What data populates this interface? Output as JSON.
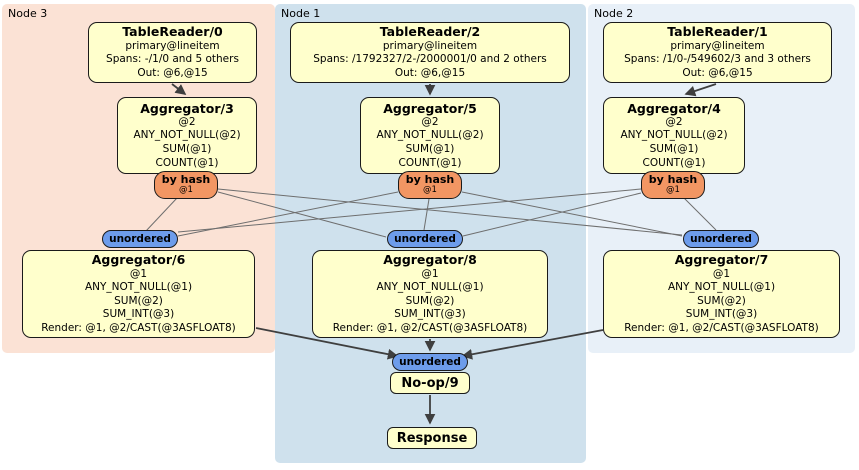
{
  "graph": {
    "regions": [
      {
        "label": "Node 3",
        "color": "#fbe2d5"
      },
      {
        "label": "Node 1",
        "color": "#cfe1ed"
      },
      {
        "label": "Node 2",
        "color": "#e8f0f8"
      }
    ],
    "boxes": {
      "tr0": {
        "title": "TableReader/0",
        "lines": [
          "primary@lineitem",
          "Spans: -/1/0 and 5 others",
          "Out: @6,@15"
        ]
      },
      "tr2": {
        "title": "TableReader/2",
        "lines": [
          "primary@lineitem",
          "Spans: /1792327/2-/2000001/0 and 2 others",
          "Out: @6,@15"
        ]
      },
      "tr1": {
        "title": "TableReader/1",
        "lines": [
          "primary@lineitem",
          "Spans: /1/0-/549602/3 and 3 others",
          "Out: @6,@15"
        ]
      },
      "ag3": {
        "title": "Aggregator/3",
        "lines": [
          "@2",
          "ANY_NOT_NULL(@2)",
          "SUM(@1)",
          "COUNT(@1)"
        ]
      },
      "ag5": {
        "title": "Aggregator/5",
        "lines": [
          "@2",
          "ANY_NOT_NULL(@2)",
          "SUM(@1)",
          "COUNT(@1)"
        ]
      },
      "ag4": {
        "title": "Aggregator/4",
        "lines": [
          "@2",
          "ANY_NOT_NULL(@2)",
          "SUM(@1)",
          "COUNT(@1)"
        ]
      },
      "ag6": {
        "title": "Aggregator/6",
        "lines": [
          "@1",
          "ANY_NOT_NULL(@1)",
          "SUM(@2)",
          "SUM_INT(@3)",
          "Render: @1, @2/CAST(@3ASFLOAT8)"
        ]
      },
      "ag8": {
        "title": "Aggregator/8",
        "lines": [
          "@1",
          "ANY_NOT_NULL(@1)",
          "SUM(@2)",
          "SUM_INT(@3)",
          "Render: @1, @2/CAST(@3ASFLOAT8)"
        ]
      },
      "ag7": {
        "title": "Aggregator/7",
        "lines": [
          "@1",
          "ANY_NOT_NULL(@1)",
          "SUM(@2)",
          "SUM_INT(@3)",
          "Render: @1, @2/CAST(@3ASFLOAT8)"
        ]
      },
      "noop": {
        "title": "No-op/9"
      },
      "response": {
        "title": "Response"
      }
    },
    "routers": [
      {
        "label": "by hash",
        "sub": "@1"
      },
      {
        "label": "by hash",
        "sub": "@1"
      },
      {
        "label": "by hash",
        "sub": "@1"
      }
    ],
    "syncs": [
      {
        "label": "unordered"
      },
      {
        "label": "unordered"
      },
      {
        "label": "unordered"
      },
      {
        "label": "unordered"
      }
    ],
    "colors": {
      "region_node3": "#fbe2d5",
      "region_node1": "#cfe1ed",
      "region_node2": "#e8f0f8",
      "box_fill": "#ffffcc",
      "box_border": "#1a1a1a",
      "router_fill": "#f29663",
      "sync_fill": "#6d9ceb",
      "edge_thin": "#6e6e6e",
      "edge_thick": "#3f3f3f"
    }
  }
}
